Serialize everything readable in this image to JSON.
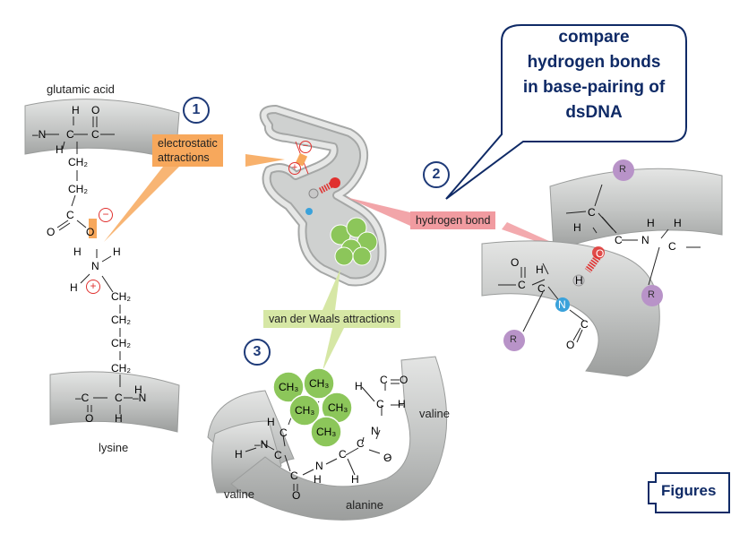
{
  "callout": {
    "lines": [
      "compare",
      "hydrogen bonds",
      "in base-pairing of",
      "dsDNA"
    ]
  },
  "nav": {
    "figures_label": "Figures"
  },
  "steps": {
    "one": "1",
    "two": "2",
    "three": "3"
  },
  "tags": {
    "electrostatic_line1": "electrostatic",
    "electrostatic_line2": "attractions",
    "hydrogen_bond": "hydrogen bond",
    "van_der_waals": "van der Waals attractions"
  },
  "molecules": {
    "glutamic_acid": "glutamic acid",
    "lysine": "lysine",
    "valine_left": "valine",
    "valine_right": "valine",
    "alanine": "alanine"
  },
  "atoms": {
    "H": "H",
    "C": "C",
    "N": "N",
    "O": "O",
    "R": "R",
    "CH2": "CH₂",
    "CH3": "CH₃",
    "minus": "−",
    "plus": "+",
    "dash_N": "–N",
    "dash_C": "–C"
  },
  "colors": {
    "backbone": "#bfc1c0",
    "backbone_edge": "#8e908f",
    "orange": "#f7a85c",
    "pink": "#f19ba0",
    "green": "#8cc65a",
    "purple": "#b893c8",
    "blue_atom": "#3aa2db",
    "red": "#e0312f",
    "navy": "#1e3a78"
  }
}
